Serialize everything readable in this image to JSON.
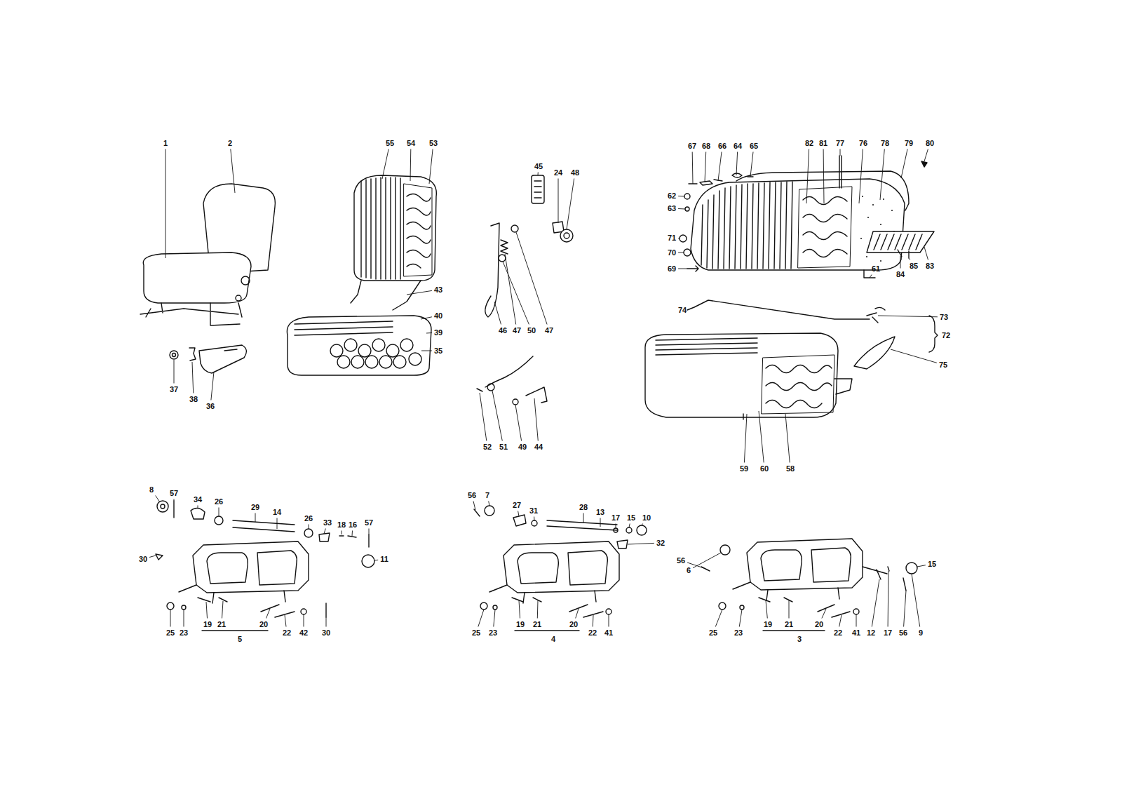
{
  "diagram": {
    "labels": [
      "1",
      "2",
      "37",
      "38",
      "36",
      "55",
      "54",
      "53",
      "43",
      "40",
      "39",
      "35",
      "45",
      "24",
      "48",
      "46",
      "47",
      "50",
      "47",
      "52",
      "51",
      "49",
      "44",
      "67",
      "68",
      "66",
      "64",
      "65",
      "82",
      "81",
      "77",
      "76",
      "78",
      "79",
      "80",
      "62",
      "63",
      "71",
      "70",
      "69",
      "61",
      "84",
      "85",
      "83",
      "74",
      "73",
      "72",
      "75",
      "59",
      "60",
      "58",
      "8",
      "57",
      "34",
      "26",
      "29",
      "14",
      "30",
      "26",
      "33",
      "18",
      "16",
      "57",
      "11",
      "25",
      "23",
      "19",
      "21",
      "5",
      "20",
      "22",
      "42",
      "30",
      "56",
      "7",
      "27",
      "31",
      "28",
      "13",
      "17",
      "15",
      "10",
      "32",
      "25",
      "23",
      "19",
      "21",
      "4",
      "20",
      "22",
      "41",
      "56",
      "6",
      "15",
      "25",
      "23",
      "19",
      "21",
      "3",
      "20",
      "22",
      "41",
      "12",
      "17",
      "56",
      "9"
    ]
  }
}
